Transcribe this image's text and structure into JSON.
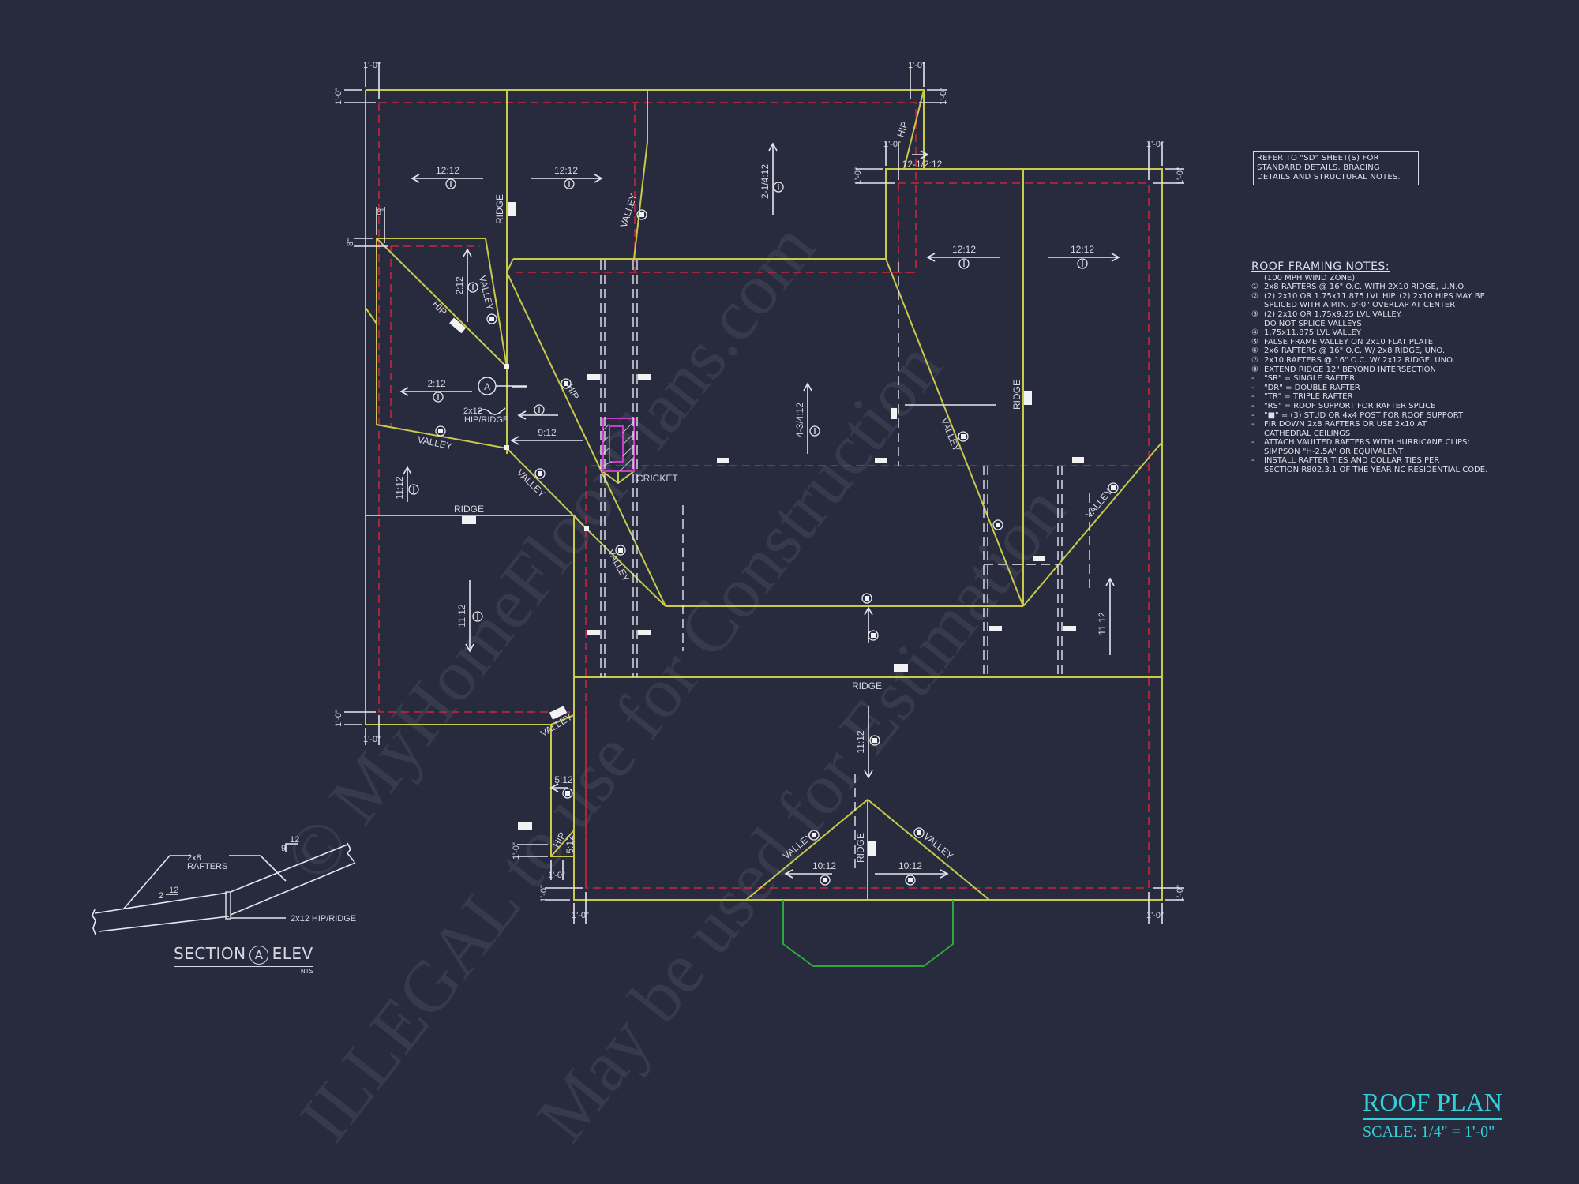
{
  "sheet": {
    "title": "ROOF PLAN",
    "scale": "SCALE: 1/4\" = 1'-0\"",
    "colors": {
      "background": "#282a3e",
      "roof_line": "#c9c94a",
      "wall_line": "#c8263c",
      "annotation": "#e6e6ee",
      "title": "#33d0d8",
      "porch": "#2ea83a",
      "chimney": "#c83cc8"
    }
  },
  "reference_note": "REFER TO \"SD\" SHEET(S) FOR STANDARD DETAILS, BRACING DETAILS AND STRUCTURAL NOTES.",
  "framing_notes": {
    "heading": "ROOF FRAMING NOTES:",
    "wind_zone": "(100 MPH WIND ZONE)",
    "items": [
      {
        "mark": "①",
        "text": "2x8 RAFTERS @ 16\" O.C. WITH 2X10 RIDGE, U.N.O."
      },
      {
        "mark": "②",
        "text": "(2) 2x10 OR 1.75x11.875 LVL HIP. (2) 2x10 HIPS MAY BE",
        "cont": "SPLICED WITH A MIN. 6'-0\" OVERLAP AT CENTER"
      },
      {
        "mark": "③",
        "text": "(2) 2x10 OR 1.75x9.25 LVL VALLEY.",
        "cont": "DO NOT SPLICE VALLEYS"
      },
      {
        "mark": "④",
        "text": "1.75x11.875 LVL VALLEY"
      },
      {
        "mark": "⑤",
        "text": "FALSE FRAME VALLEY ON 2x10 FLAT PLATE"
      },
      {
        "mark": "⑥",
        "text": "2x6 RAFTERS @ 16\" O.C. W/ 2x8 RIDGE, UNO."
      },
      {
        "mark": "⑦",
        "text": "2x10 RAFTERS @ 16\" O.C. W/ 2x12 RIDGE, UNO."
      },
      {
        "mark": "⑧",
        "text": "EXTEND RIDGE 12\" BEYOND INTERSECTION"
      },
      {
        "mark": "-",
        "text": "\"SR\" = SINGLE RAFTER"
      },
      {
        "mark": "-",
        "text": "\"DR\" = DOUBLE RAFTER"
      },
      {
        "mark": "-",
        "text": "\"TR\" = TRIPLE RAFTER"
      },
      {
        "mark": "-",
        "text": "\"RS\" = ROOF SUPPORT FOR RAFTER SPLICE"
      },
      {
        "mark": "-",
        "text": "\"■\" = (3) STUD OR 4x4 POST FOR ROOF SUPPORT"
      },
      {
        "mark": "-",
        "text": "FIR DOWN 2x8 RAFTERS OR USE 2x10 AT",
        "cont": "CATHEDRAL CEILINGS"
      },
      {
        "mark": "-",
        "text": "ATTACH VAULTED RAFTERS WITH HURRICANE CLIPS:",
        "cont": "SIMPSON \"H-2.5A\" OR EQUIVALENT"
      },
      {
        "mark": "-",
        "text": "INSTALL RAFTER TIES AND COLLAR TIES PER",
        "cont": "SECTION R802.3.1 OF THE YEAR NC RESIDENTIAL CODE."
      }
    ]
  },
  "section_detail": {
    "title": "SECTION",
    "marker": "A",
    "suffix": "ELEV",
    "nts": "NTS",
    "rafters_label": "2x8",
    "rafters_label2": "RAFTERS",
    "hip_ridge_label": "2x12 HIP/RIDGE",
    "pitch_low": {
      "rise": "2",
      "run": "12"
    },
    "pitch_high": {
      "rise": "9",
      "run": "12"
    }
  },
  "plan_labels": {
    "pitches": [
      "12:12",
      "12:12",
      "2-1/4:12",
      "12-1/2:12",
      "12:12",
      "12:12",
      "2:12",
      "2:12",
      "9:12",
      "4-3/4:12",
      "11:12",
      "11:12",
      "11:12",
      "11:12",
      "5:12",
      "5:12",
      "10:12",
      "10:12"
    ],
    "ridge": "RIDGE",
    "valley": "VALLEY",
    "hip": "HIP",
    "cricket": "CRICKET",
    "hip_ridge_callout": "2x12",
    "hip_ridge_callout2": "HIP/RIDGE",
    "section_marker": "A",
    "overhang": "1'-0\"",
    "overhang_small": "8\"",
    "rafter_mark": "1"
  },
  "watermark": {
    "line1": "© MyHomeFloorPlans.com",
    "line2": "ILLEGAL to use for Construction",
    "line3": "May be used for Estimation"
  }
}
